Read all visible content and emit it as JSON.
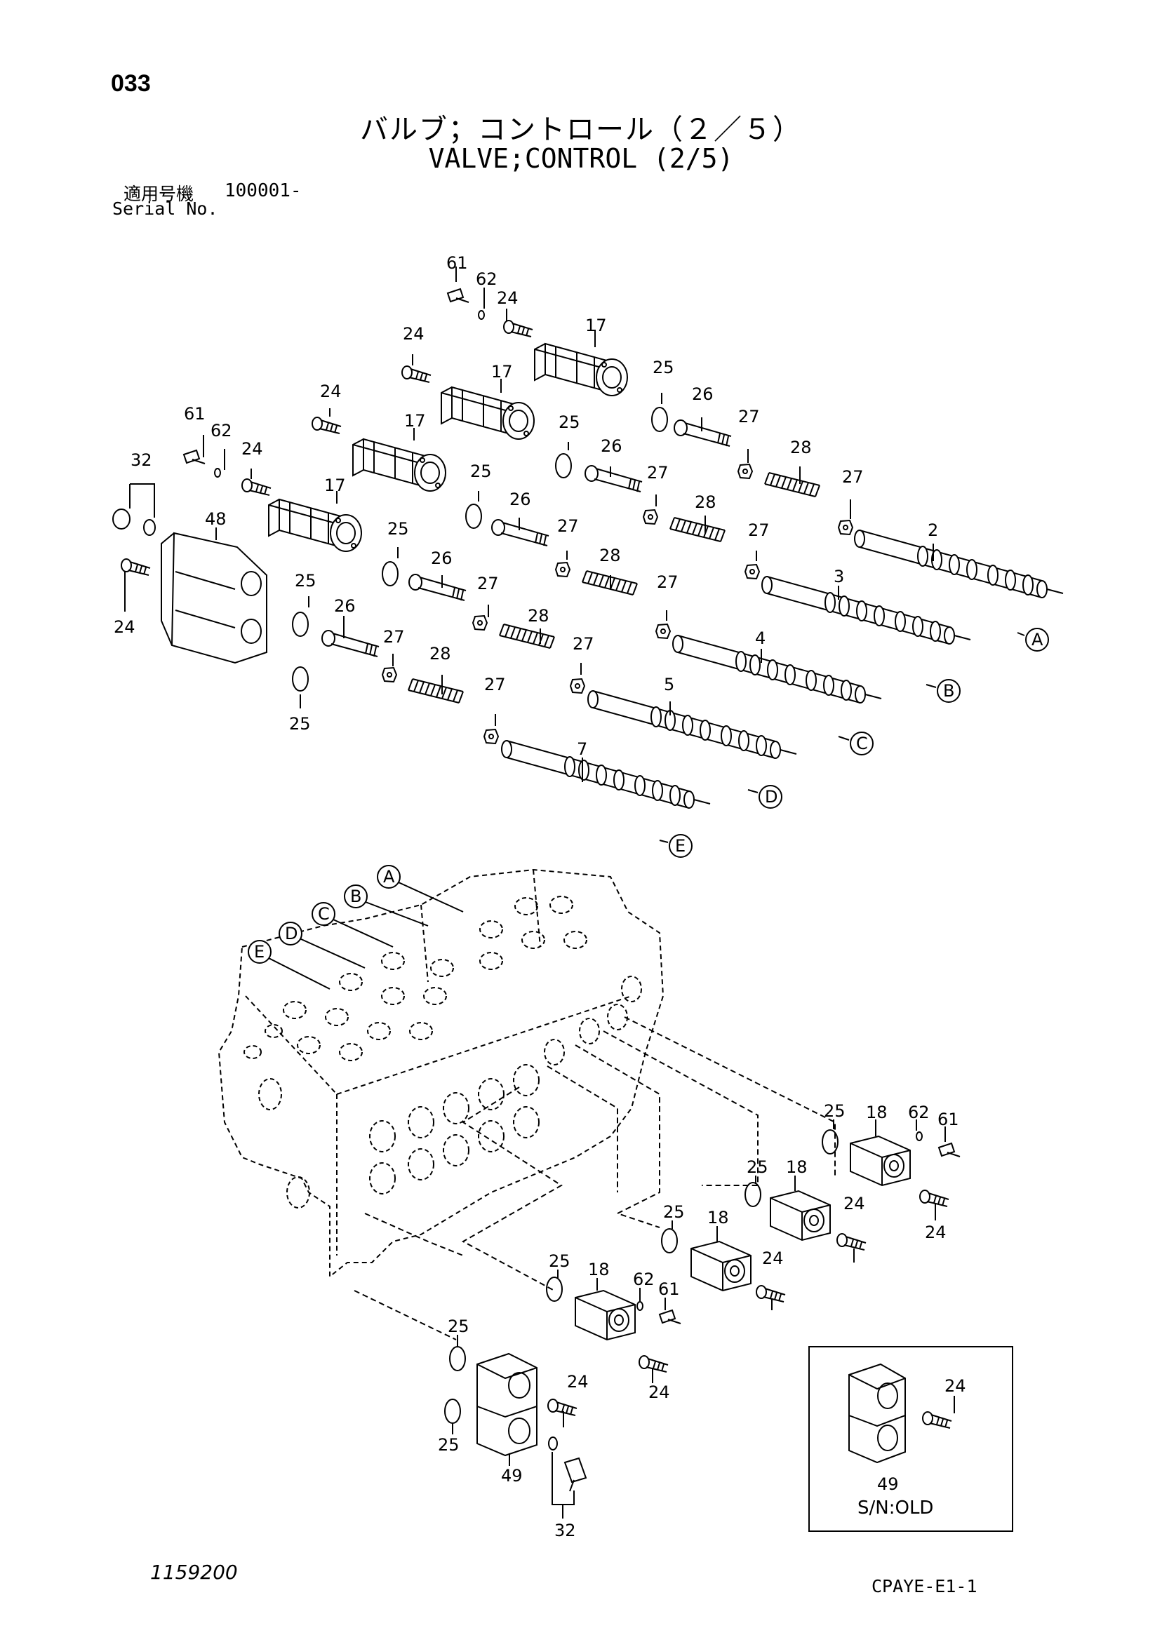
{
  "header": {
    "page_number": "033",
    "title_jp": "バルブ；コントロール（２／５）",
    "title_en": "VALVE;CONTROL (2/5)",
    "serial_label_jp": "適用号機",
    "serial_value": "100001-",
    "serial_label_en": "Serial No."
  },
  "footer": {
    "drawing_id": "1159200",
    "sheet_code": "CPAYE-E1-1"
  },
  "callouts": {
    "c61a": "61",
    "c62a": "62",
    "c24a": "24",
    "c17a": "17",
    "c24b": "24",
    "c17b": "17",
    "c25a": "25",
    "c26a": "26",
    "c27a": "27",
    "c28a": "28",
    "c27b": "27",
    "c2": "2",
    "c24c": "24",
    "c17c": "17",
    "c25b": "25",
    "c26b": "26",
    "c27c": "27",
    "c28b": "28",
    "c27d": "27",
    "c3": "3",
    "c61b": "61",
    "c62b": "62",
    "c24d": "24",
    "c32a": "32",
    "c48": "48",
    "c17d": "17",
    "c25c": "25",
    "c26c": "26",
    "c27e": "27",
    "c28c": "28",
    "c27f": "27",
    "c4": "4",
    "c25d": "25",
    "c26d": "26",
    "c27g": "27",
    "c28d": "28",
    "c27h": "27",
    "c5": "5",
    "c24e": "24",
    "c25e": "25",
    "c25f": "25",
    "c26e": "26",
    "c27i": "27",
    "c28e": "28",
    "c27j": "27",
    "c7": "7",
    "r25a": "25",
    "r18a": "18",
    "r62a": "62",
    "r61a": "61",
    "r24a": "24",
    "r25b": "25",
    "r18b": "18",
    "r24b": "24",
    "r25c": "25",
    "r18c": "18",
    "r24c": "24",
    "r25d": "25",
    "r18d": "18",
    "r62b": "62",
    "r61b": "61",
    "r24d": "24",
    "r25e": "25",
    "r24e": "24",
    "r25f": "25",
    "r49": "49",
    "r32": "32",
    "i24": "24",
    "i49": "49"
  },
  "letters": {
    "A": "A",
    "B": "B",
    "C": "C",
    "D": "D",
    "E": "E"
  },
  "inset": {
    "caption": "S/N:OLD"
  }
}
